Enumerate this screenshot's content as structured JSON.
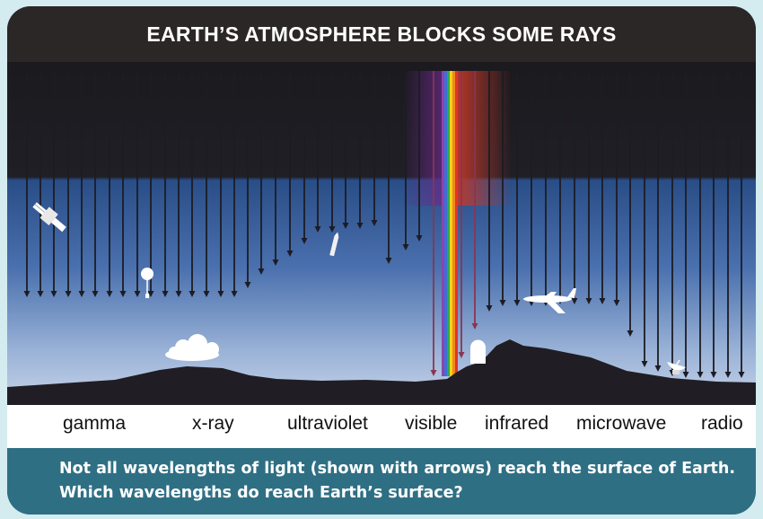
{
  "title": "EARTH’S ATMOSPHERE BLOCKS SOME RAYS",
  "bands": [
    "gamma",
    "x-ray",
    "ultraviolet",
    "visible",
    "infrared",
    "microwave",
    "radio"
  ],
  "caption": "Not all wavelengths of light (shown with arrows) reach the surface of Earth. Which wavelengths do reach Earth’s surface?",
  "icons": [
    "satellite-icon",
    "balloon-icon",
    "rocket-icon",
    "observatory-icon",
    "airplane-icon",
    "radio-dish-icon",
    "cloud-icon"
  ],
  "colors": {
    "title_bar": "#2b2726",
    "caption_bar": "#2f6f84",
    "border": "#d4ecef",
    "arrow": "#1c1c24",
    "visible_arrow": "#8a3552"
  }
}
